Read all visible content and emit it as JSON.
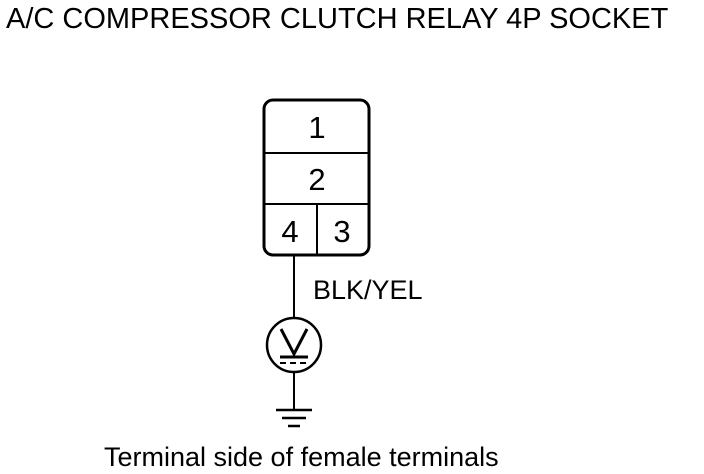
{
  "title": "A/C COMPRESSOR CLUTCH RELAY 4P SOCKET",
  "connector": {
    "pins": {
      "top": "1",
      "middle": "2",
      "bottom_left": "4",
      "bottom_right": "3"
    }
  },
  "wire": {
    "color_label": "BLK/YEL"
  },
  "voltmeter": {
    "symbol": "V"
  },
  "footer": "Terminal side of female terminals",
  "colors": {
    "ink": "#000000",
    "background": "#ffffff"
  }
}
